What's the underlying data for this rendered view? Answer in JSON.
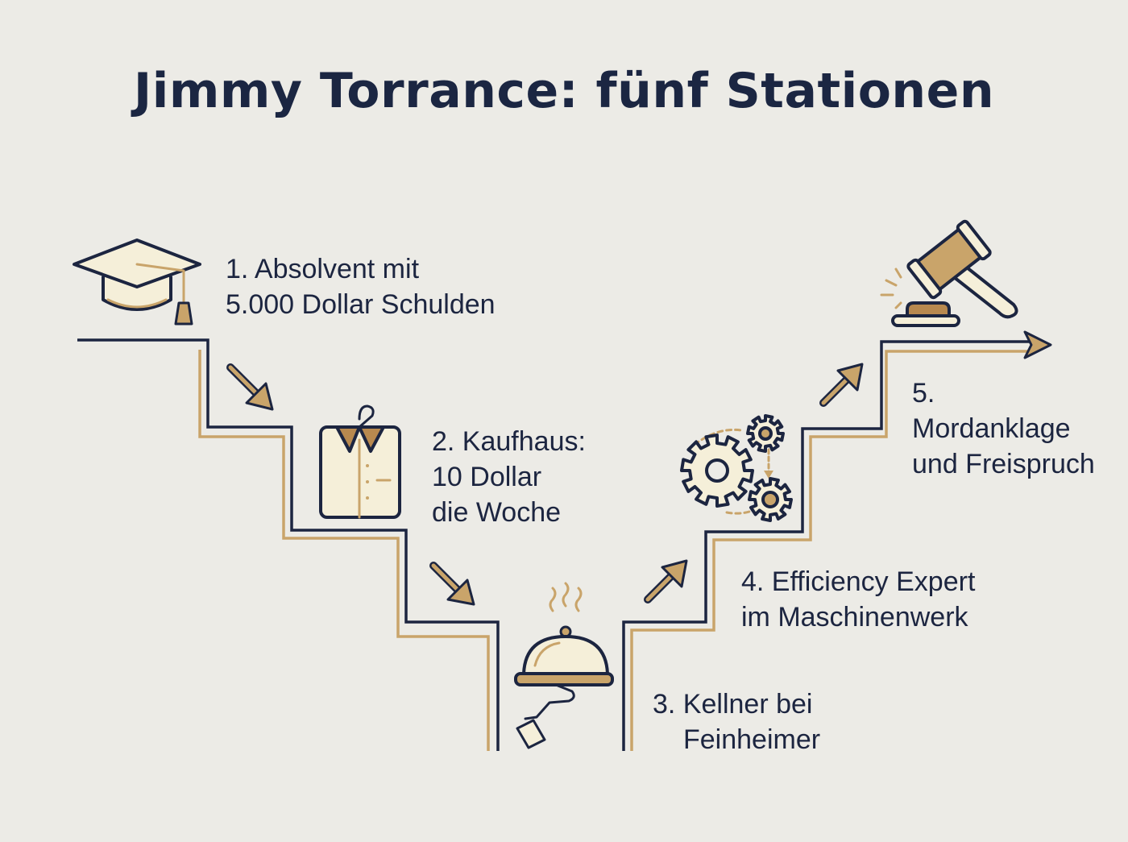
{
  "title": "Jimmy Torrance: fünf Stationen",
  "stations": [
    {
      "number": "1.",
      "lines": [
        "1. Absolvent mit",
        "5.000 Dollar Schulden"
      ],
      "icon": "graduation-cap-icon"
    },
    {
      "number": "2.",
      "lines": [
        "2. Kaufhaus:",
        "10 Dollar",
        "die Woche"
      ],
      "icon": "shirt-on-hanger-icon"
    },
    {
      "number": "3.",
      "lines": [
        "3. Kellner bei",
        "Feinheimer"
      ],
      "icon": "serving-cloche-icon"
    },
    {
      "number": "4.",
      "lines": [
        "4. Efficiency Expert",
        "im Maschinenwerk"
      ],
      "icon": "gears-icon"
    },
    {
      "number": "5.",
      "lines": [
        "5.",
        "Mordanklage",
        "und Freispruch"
      ],
      "icon": "judge-gavel-icon"
    }
  ],
  "colors": {
    "background": "#ecebe6",
    "navy": "#1c2540",
    "gold": "#c9a46a",
    "brown": "#a77a45",
    "cream": "#f5efd9"
  }
}
